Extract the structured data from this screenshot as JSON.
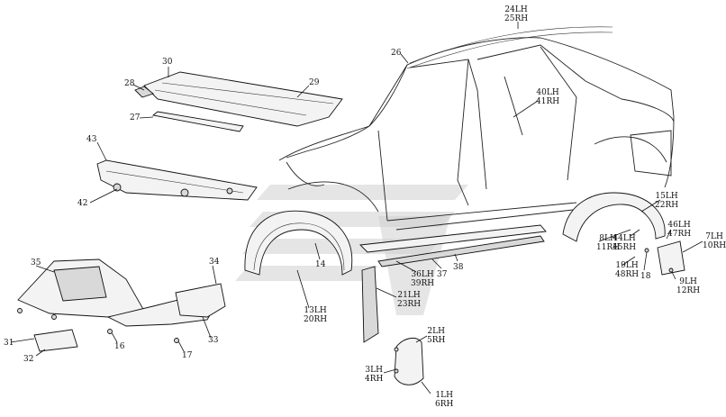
{
  "diagram": {
    "callouts": [
      {
        "id": "c1",
        "lines": [
          "24LH",
          "25RH"
        ]
      },
      {
        "id": "c2",
        "lines": [
          "26"
        ]
      },
      {
        "id": "c3",
        "lines": [
          "30"
        ]
      },
      {
        "id": "c4",
        "lines": [
          "28"
        ]
      },
      {
        "id": "c5",
        "lines": [
          "29"
        ]
      },
      {
        "id": "c6",
        "lines": [
          "27"
        ]
      },
      {
        "id": "c7",
        "lines": [
          "40LH",
          "41RH"
        ]
      },
      {
        "id": "c8",
        "lines": [
          "43"
        ]
      },
      {
        "id": "c9",
        "lines": [
          "42"
        ]
      },
      {
        "id": "c10",
        "lines": [
          "15LH",
          "22RH"
        ]
      },
      {
        "id": "c11",
        "lines": [
          "8LH",
          "11RH"
        ]
      },
      {
        "id": "c12",
        "lines": [
          "44LH",
          "45RH"
        ]
      },
      {
        "id": "c13",
        "lines": [
          "46LH",
          "47RH"
        ]
      },
      {
        "id": "c14",
        "lines": [
          "7LH",
          "10RH"
        ]
      },
      {
        "id": "c15",
        "lines": [
          "19LH",
          "48RH"
        ]
      },
      {
        "id": "c16",
        "lines": [
          "18"
        ]
      },
      {
        "id": "c17",
        "lines": [
          "9LH",
          "12RH"
        ]
      },
      {
        "id": "c18",
        "lines": [
          "35"
        ]
      },
      {
        "id": "c19",
        "lines": [
          "34"
        ]
      },
      {
        "id": "c20",
        "lines": [
          "14"
        ]
      },
      {
        "id": "c21",
        "lines": [
          "36LH",
          "39RH"
        ]
      },
      {
        "id": "c22",
        "lines": [
          "37"
        ]
      },
      {
        "id": "c23",
        "lines": [
          "38"
        ]
      },
      {
        "id": "c24",
        "lines": [
          "21LH",
          "23RH"
        ]
      },
      {
        "id": "c25",
        "lines": [
          "13LH",
          "20RH"
        ]
      },
      {
        "id": "c26",
        "lines": [
          "33"
        ]
      },
      {
        "id": "c27",
        "lines": [
          "31"
        ]
      },
      {
        "id": "c28",
        "lines": [
          "16"
        ]
      },
      {
        "id": "c29",
        "lines": [
          "17"
        ]
      },
      {
        "id": "c30",
        "lines": [
          "32"
        ]
      },
      {
        "id": "c31",
        "lines": [
          "2LH",
          "5RH"
        ]
      },
      {
        "id": "c32",
        "lines": [
          "3LH",
          "4RH"
        ]
      },
      {
        "id": "c33",
        "lines": [
          "1LH",
          "6RH"
        ]
      }
    ]
  }
}
